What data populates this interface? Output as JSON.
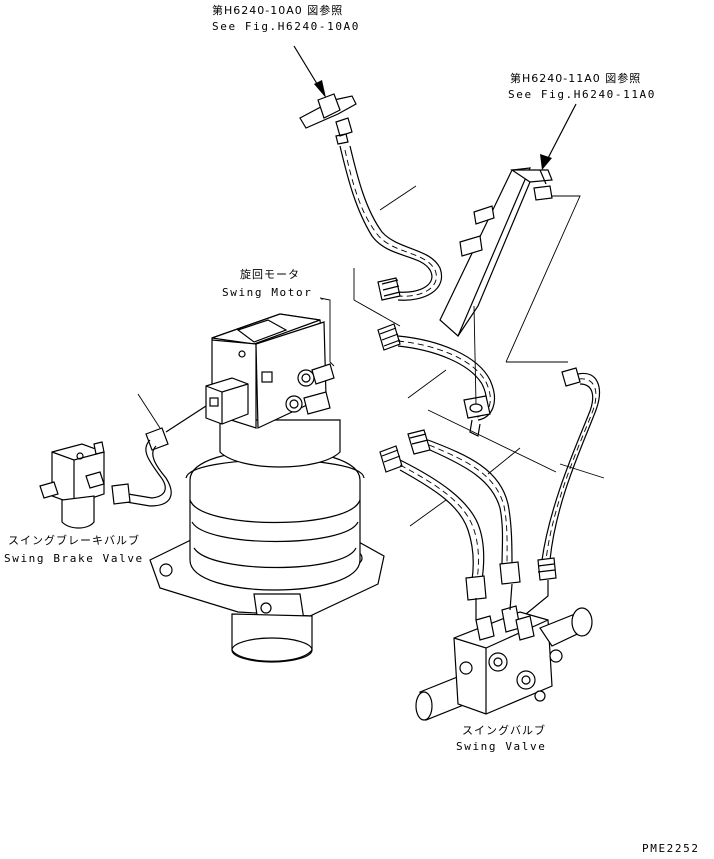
{
  "labels": {
    "ref1_jp": "第H6240-10A0 図参照",
    "ref1_en": "See Fig.H6240-10A0",
    "ref2_jp": "第H6240-11A0 図参照",
    "ref2_en": "See Fig.H6240-11A0",
    "swing_motor_jp": "旋回モータ",
    "swing_motor_en": "Swing Motor",
    "brake_valve_jp": "スイングブレーキバルブ",
    "brake_valve_en": "Swing Brake Valve",
    "swing_valve_jp": "スイングバルブ",
    "swing_valve_en": "Swing Valve",
    "drawing_no": "PME2252"
  }
}
